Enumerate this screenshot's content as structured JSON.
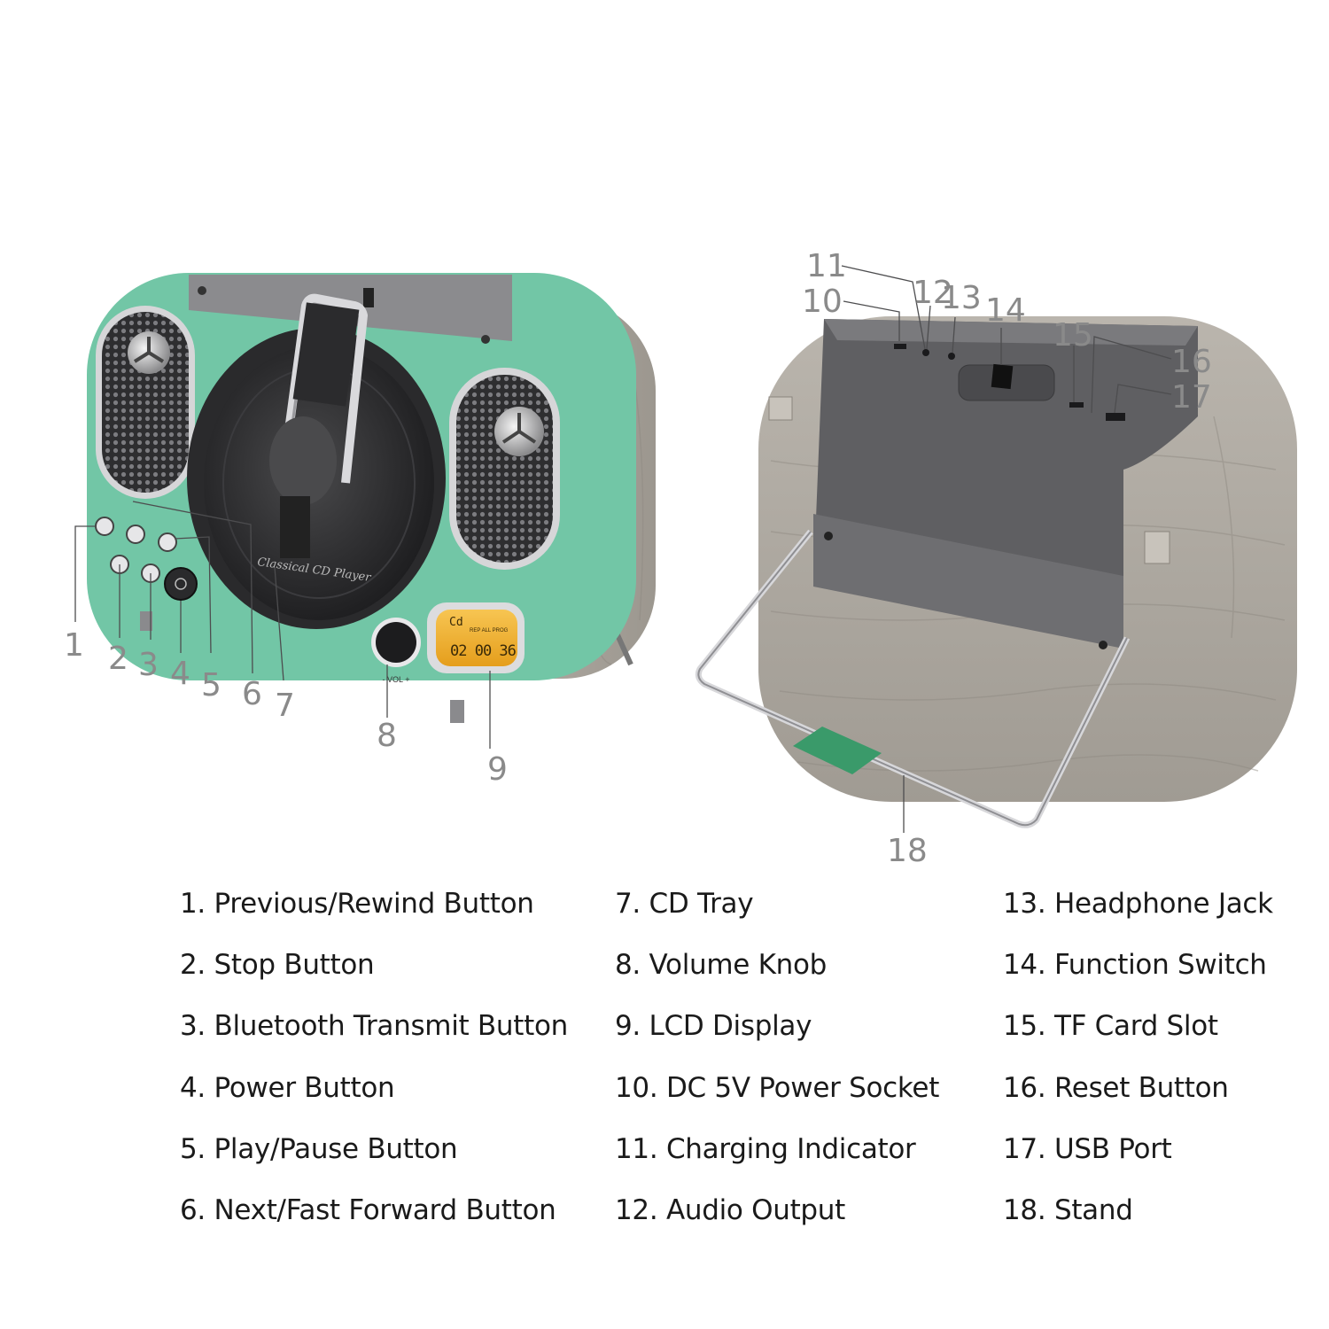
{
  "parts": [
    {
      "number": "1",
      "label": "1. Previous/Rewind Button"
    },
    {
      "number": "2",
      "label": "2. Stop Button"
    },
    {
      "number": "3",
      "label": "3. Bluetooth Transmit Button"
    },
    {
      "number": "4",
      "label": "4. Power Button"
    },
    {
      "number": "5",
      "label": "5. Play/Pause Button"
    },
    {
      "number": "6",
      "label": "6. Next/Fast Forward Button"
    },
    {
      "number": "7",
      "label": "7. CD Tray"
    },
    {
      "number": "8",
      "label": "8. Volume Knob"
    },
    {
      "number": "9",
      "label": "9. LCD Display"
    },
    {
      "number": "10",
      "label": "10. DC 5V Power Socket"
    },
    {
      "number": "11",
      "label": "11. Charging Indicator"
    },
    {
      "number": "12",
      "label": "12. Audio Output"
    },
    {
      "number": "13",
      "label": "13. Headphone Jack"
    },
    {
      "number": "14",
      "label": "14. Function Switch"
    },
    {
      "number": "15",
      "label": "15. TF Card Slot"
    },
    {
      "number": "16",
      "label": "16. Reset Button"
    },
    {
      "number": "17",
      "label": "17. USB Port"
    },
    {
      "number": "18",
      "label": "18. Stand"
    }
  ],
  "device_print": {
    "front_script": "Classical CD Player",
    "lcd_top": "Cd",
    "lcd_flags": "REP ALL PROG",
    "lcd_time": "02 00 36",
    "vol_label": "- VOL +"
  },
  "colors": {
    "body_green": "#72c6a6",
    "wood_grain": "#b2ada5",
    "rear_panel": "#5f5f62",
    "lcd_amber": "#f2b330",
    "stand_tag": "#3a9a6a"
  }
}
